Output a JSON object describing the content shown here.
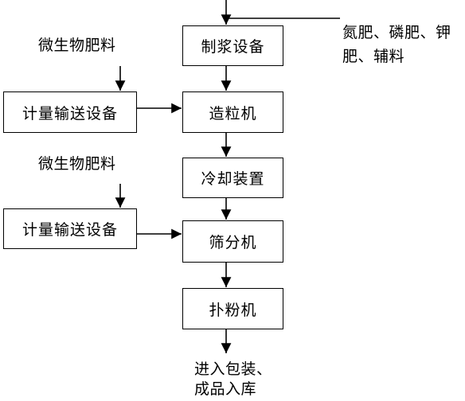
{
  "diagram": {
    "raw_materials": [
      "氮肥、磷肥、钾",
      "肥、辅料"
    ],
    "steps": {
      "pulping": "制浆设备",
      "granulator": "造粒机",
      "cooling": "冷却装置",
      "screening": "筛分机",
      "powdering": "扑粉机"
    },
    "side_inputs": [
      {
        "material": "微生物肥料",
        "equipment": "计量输送设备"
      },
      {
        "material": "微生物肥料",
        "equipment": "计量输送设备"
      }
    ],
    "output": [
      "进入包装、",
      "成品入库"
    ]
  }
}
